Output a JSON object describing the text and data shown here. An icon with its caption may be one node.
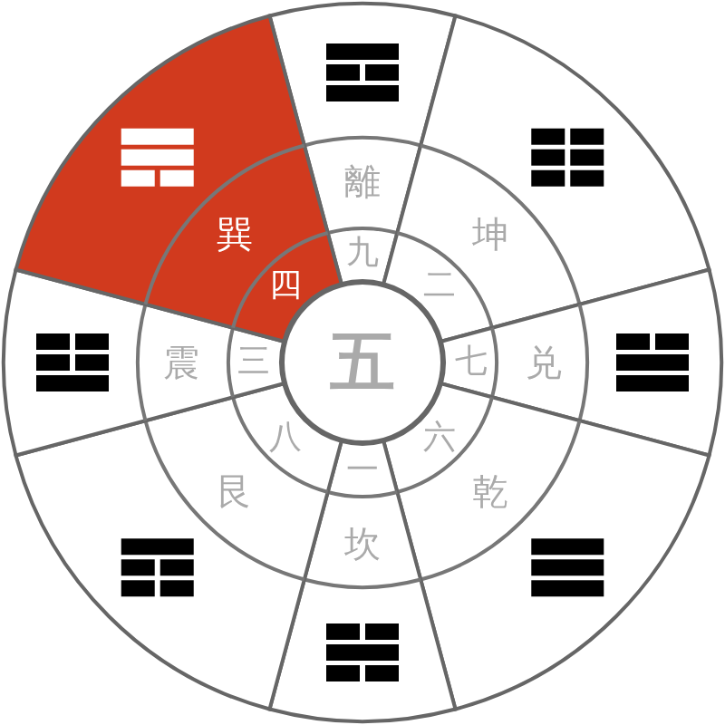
{
  "diagram": {
    "nodes": [
      {
        "text": [
          "離",
          "九"
        ]
      },
      {
        "text": [
          "坤",
          "二"
        ]
      },
      {
        "text": [
          "七",
          "兑"
        ]
      },
      {
        "text": [
          "六",
          "乾"
        ]
      },
      {
        "text": [
          "一",
          "坎"
        ]
      },
      {
        "text": [
          "八",
          "艮"
        ]
      },
      {
        "text": [
          "震",
          "三"
        ]
      },
      {
        "text": [
          "巽",
          "四"
        ]
      },
      {
        "text": [
          "五"
        ]
      }
    ]
  }
}
